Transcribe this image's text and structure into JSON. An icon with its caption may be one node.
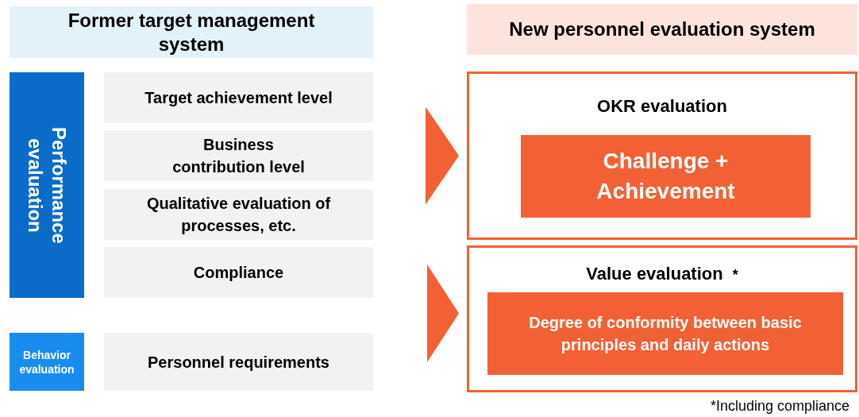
{
  "diagram": {
    "nodes": [
      {
        "text": [
          "Former target management system"
        ]
      },
      {
        "text": [
          "New personnel evaluation system"
        ]
      },
      {
        "text": [
          "Performance evaluation"
        ]
      },
      {
        "text": [
          "Target achievement level"
        ]
      },
      {
        "text": [
          "Business contribution level"
        ]
      },
      {
        "text": [
          "Qualitative evaluation of processes, etc."
        ]
      },
      {
        "text": [
          "Compliance"
        ]
      },
      {
        "text": [
          "Behavior evaluation"
        ]
      },
      {
        "text": [
          "Personnel requirements"
        ]
      },
      {
        "text": [
          "OKR evaluation"
        ]
      },
      {
        "text": [
          "Challenge + Achievement"
        ],
        "in": 9
      },
      {
        "text": [
          "Value evaluation"
        ],
        "beside": [
          "*"
        ]
      },
      {
        "text": [
          "Degree of conformity between basic principles and daily actions"
        ],
        "in": 11
      }
    ],
    "edges": [
      {
        "from": null,
        "to": 9,
        "arrow": "to"
      },
      {
        "from": null,
        "to": 11,
        "arrow": "to"
      }
    ],
    "labels": [
      "*Including compliance"
    ]
  }
}
